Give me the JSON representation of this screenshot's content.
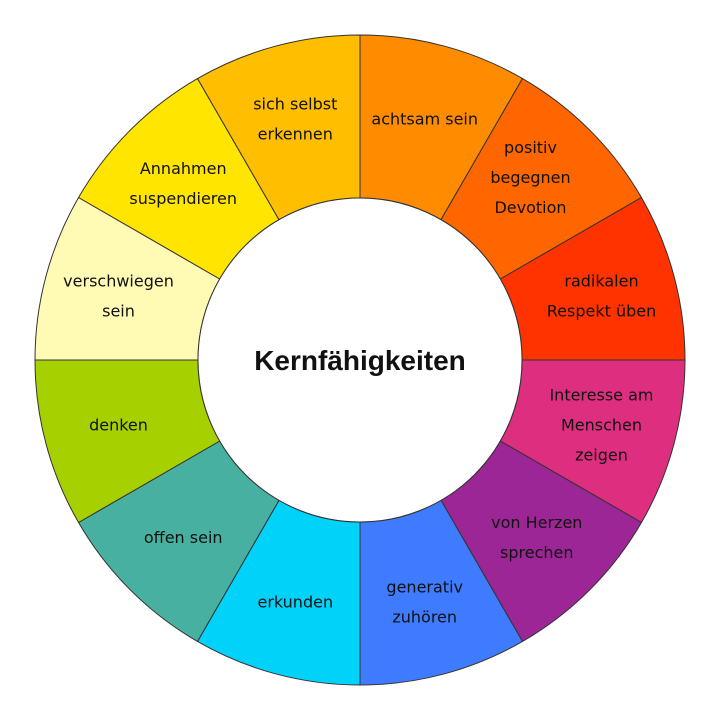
{
  "diagram": {
    "center_title": "Kernfähigkeiten",
    "segments": [
      {
        "label": [
          "achtsam sein"
        ],
        "color": "#FF8C00"
      },
      {
        "label": [
          "positiv",
          "begegnen",
          "Devotion"
        ],
        "color": "#FF6600"
      },
      {
        "label": [
          "radikalen",
          "Respekt üben"
        ],
        "color": "#FF3300"
      },
      {
        "label": [
          "Interesse am",
          "Menschen",
          "zeigen"
        ],
        "color": "#DD2E7F"
      },
      {
        "label": [
          "von Herzen",
          "sprechen"
        ],
        "color": "#9C2695"
      },
      {
        "label": [
          "generativ",
          "zuhören"
        ],
        "color": "#3F7BFF"
      },
      {
        "label": [
          "erkunden"
        ],
        "color": "#00D2FA"
      },
      {
        "label": [
          "offen sein"
        ],
        "color": "#47B0A0"
      },
      {
        "label": [
          "denken"
        ],
        "color": "#A6D000"
      },
      {
        "label": [
          "verschwiegen",
          "sein"
        ],
        "color": "#FFFAB4"
      },
      {
        "label": [
          "Annahmen",
          "suspendieren"
        ],
        "color": "#FFE500"
      },
      {
        "label": [
          "sich selbst",
          "erkennen"
        ],
        "color": "#FFBE00"
      }
    ]
  }
}
